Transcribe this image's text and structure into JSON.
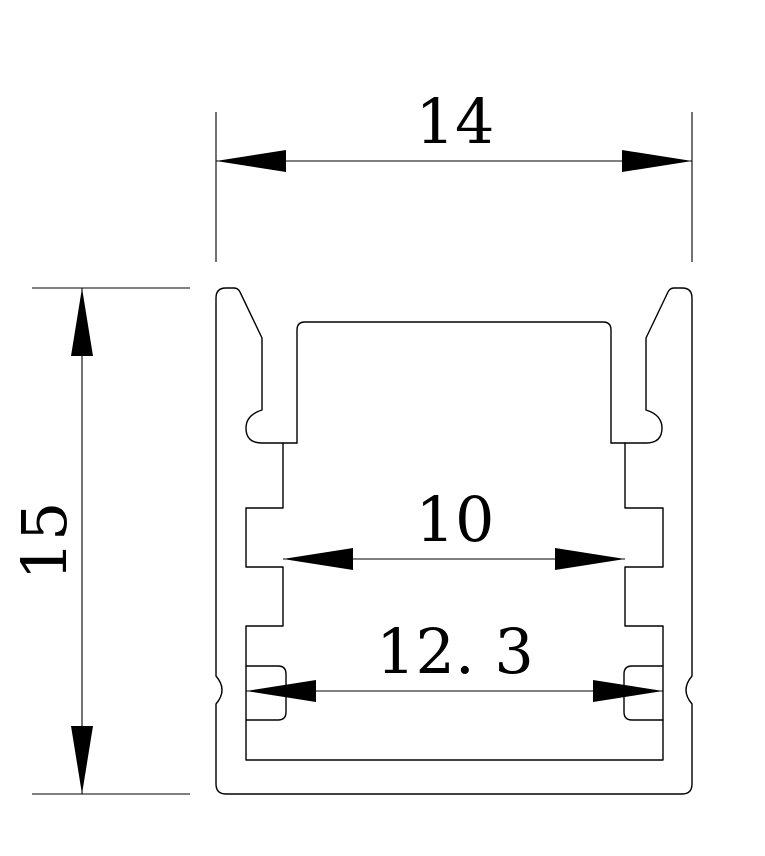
{
  "dimensions": {
    "overall_width": {
      "value": "14"
    },
    "overall_height": {
      "value": "15"
    },
    "inner_width": {
      "value": "10"
    },
    "inner_channel_width": {
      "value": "12. 3"
    }
  }
}
